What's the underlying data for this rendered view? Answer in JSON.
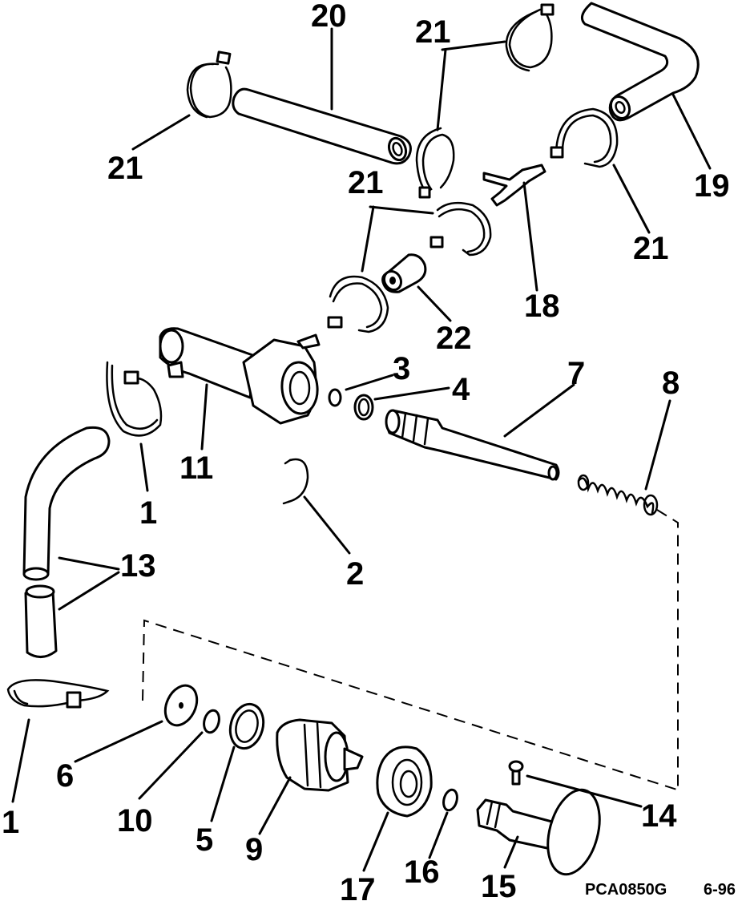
{
  "diagram": {
    "callouts": {
      "c20": "20",
      "c21a": "21",
      "c21b": "21",
      "c21c": "21",
      "c21d": "21",
      "c19": "19",
      "c18": "18",
      "c22": "22",
      "c3": "3",
      "c4": "4",
      "c7": "7",
      "c8": "8",
      "c11": "11",
      "c1a": "1",
      "c2": "2",
      "c13": "13",
      "c1b": "1",
      "c6": "6",
      "c10": "10",
      "c5": "5",
      "c9": "9",
      "c17": "17",
      "c16": "16",
      "c15": "15",
      "c14": "14"
    },
    "figure_code": "PCA0850G",
    "date_code": "6-96"
  }
}
